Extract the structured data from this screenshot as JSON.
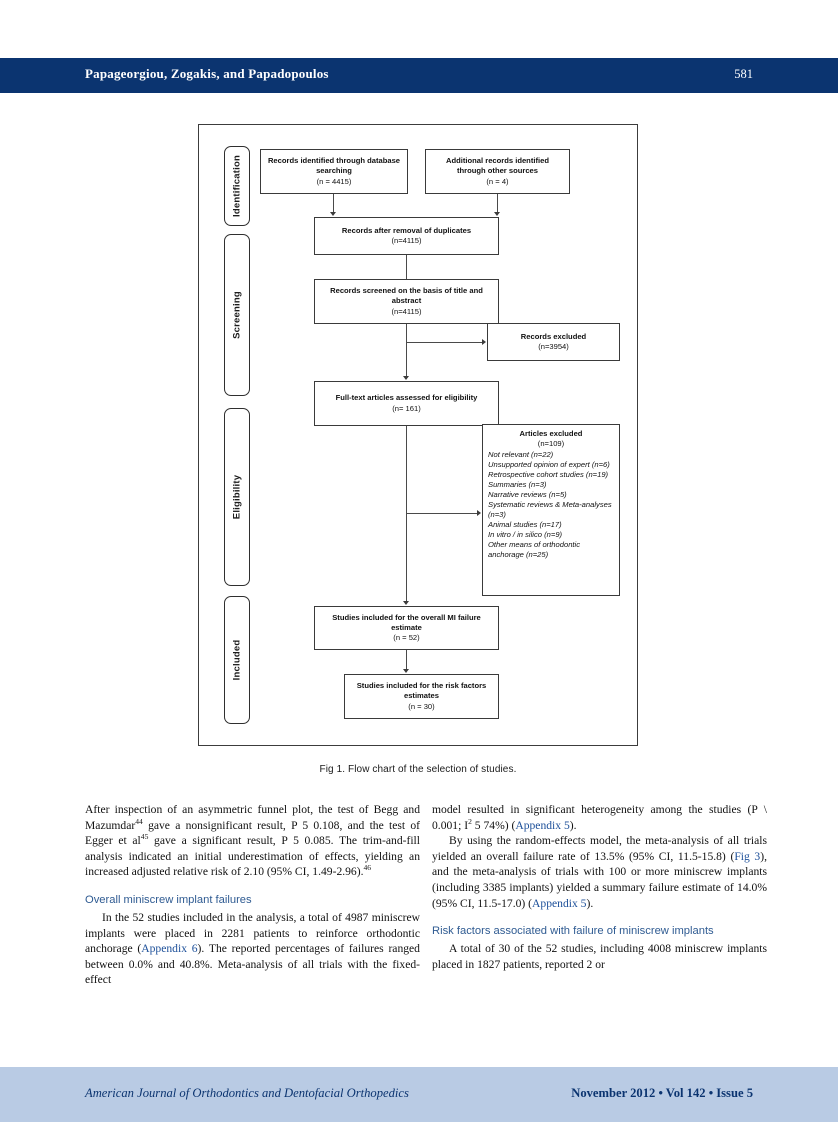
{
  "header": {
    "authors": "Papageorgiou, Zogakis, and Papadopoulos",
    "page_number": "581",
    "bar_color": "#0b3470"
  },
  "figure": {
    "caption": "Fig 1. Flow chart of the selection of studies.",
    "stages": [
      {
        "id": "identification",
        "label": "Identification"
      },
      {
        "id": "screening",
        "label": "Screening"
      },
      {
        "id": "eligibility",
        "label": "Eligibility"
      },
      {
        "id": "included",
        "label": "Included"
      }
    ],
    "nodes": {
      "records_db": {
        "title": "Records identified through database searching",
        "count": "(n = 4415)"
      },
      "records_other": {
        "title": "Additional records identified through other sources",
        "count": "(n = 4)"
      },
      "after_dupes": {
        "title": "Records after removal of duplicates",
        "count": "(n=4115)"
      },
      "screened": {
        "title": "Records screened on the basis of title and abstract",
        "count": "(n=4115)"
      },
      "records_excluded": {
        "title": "Records excluded",
        "count": "(n=3954)"
      },
      "fulltext": {
        "title": "Full-text articles assessed for eligibility",
        "count": "(n= 161)"
      },
      "articles_excluded": {
        "title": "Articles excluded",
        "count": "(n=109)",
        "reasons": [
          "Not relevant (n=22)",
          "Unsupported opinion of expert (n=6)",
          "Retrospective cohort studies (n=19)",
          "Summaries (n=3)",
          "Narrative reviews (n=5)",
          "Systematic reviews & Meta-analyses (n=3)",
          "Animal studies (n=17)",
          "In vitro / in silico (n=9)",
          "Other means of orthodontic anchorage (n=25)"
        ]
      },
      "included_overall": {
        "title": "Studies included for the overall MI failure estimate",
        "count": "(n = 52)"
      },
      "included_risk": {
        "title": "Studies included for the risk factors estimates",
        "count": "(n = 30)"
      }
    }
  },
  "body": {
    "left": {
      "para1_a": "After inspection of an asymmetric funnel plot, the test of Begg and Mazumdar",
      "para1_sup1": "44",
      "para1_b": " gave a nonsignificant result, P 5 0.108, and the test of Egger et al",
      "para1_sup2": "45",
      "para1_c": " gave a significant result, P 5 0.085. The trim-and-fill analysis indicated an initial underestimation of effects, yielding an increased adjusted relative risk of 2.10 (95% CI, 1.49-2.96).",
      "para1_sup3": "46",
      "heading1": "Overall miniscrew implant failures",
      "para2_a": "In the 52 studies included in the analysis, a total of 4987 miniscrew implants were placed in 2281 patients to reinforce orthodontic anchorage (",
      "para2_link": "Appendix 6",
      "para2_b": "). The reported percentages of failures ranged between 0.0% and 40.8%. Meta-analysis of all trials with the fixed-effect"
    },
    "right": {
      "para1_a": "model resulted in significant heterogeneity among the studies (P \\ 0.001; I",
      "para1_sup": "2",
      "para1_b": " 5 74%) (",
      "para1_link": "Appendix 5",
      "para1_c": ").",
      "para2_a": "By using the random-effects model, the meta-analysis of all trials yielded an overall failure rate of 13.5% (95% CI, 11.5-15.8) (",
      "para2_link1": "Fig 3",
      "para2_b": "), and the meta-analysis of trials with 100 or more miniscrew implants (including 3385 implants) yielded a summary failure estimate of 14.0% (95% CI, 11.5-17.0) (",
      "para2_link2": "Appendix 5",
      "para2_c": ").",
      "heading1": "Risk factors associated with failure of miniscrew implants",
      "para3": "A total of 30 of the 52 studies, including 4008 miniscrew implants placed in 1827 patients, reported 2 or"
    }
  },
  "footer": {
    "journal": "American Journal of Orthodontics and Dentofacial Orthopedics",
    "issue": "November 2012 • Vol 142 • Issue 5",
    "bar_color": "#b9cbe4",
    "text_color": "#0b3470"
  }
}
